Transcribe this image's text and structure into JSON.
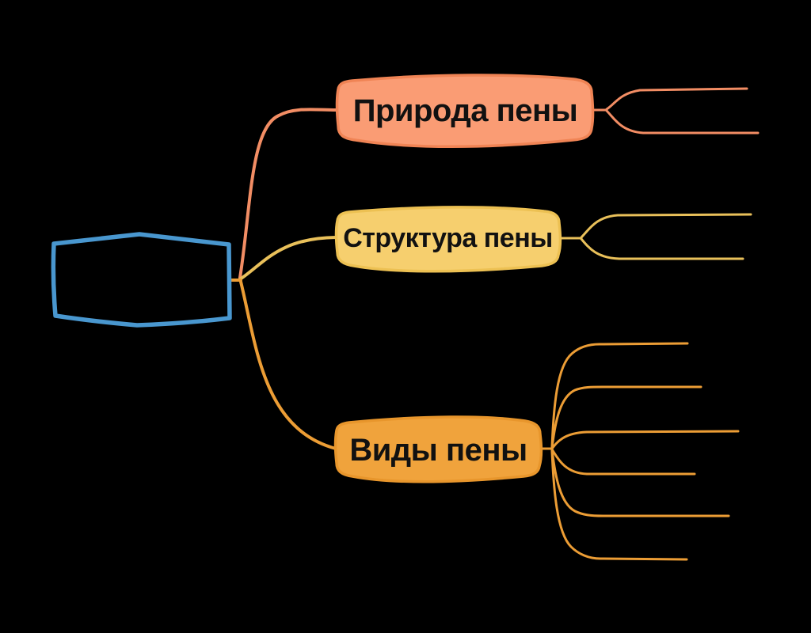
{
  "background": "#000000",
  "diagram": {
    "type": "mindmap",
    "text_color": "#111111",
    "root": {
      "label": "",
      "border_color": "#4997cf",
      "children_count": 3
    },
    "branches": [
      {
        "label": "Природа пены",
        "fill": "#fa9c74",
        "border": "#f08455",
        "line_color": "#f28d64",
        "children_count": 2
      },
      {
        "label": "Структура пены",
        "fill": "#f6cf6e",
        "border": "#edc153",
        "line_color": "#e9c05a",
        "children_count": 2
      },
      {
        "label": "Виды пены",
        "fill": "#f0a33c",
        "border": "#e8962c",
        "line_color": "#ec9d35",
        "children_count": 6
      }
    ]
  }
}
